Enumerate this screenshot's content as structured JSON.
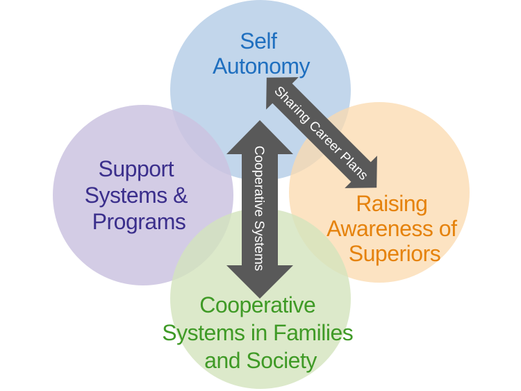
{
  "circles": {
    "top": {
      "lines": [
        "Self",
        "Autonomy"
      ],
      "fill": "#b7cfe8",
      "text_color": "#1f6fbf"
    },
    "left": {
      "lines": [
        "Support",
        "Systems &",
        "Programs"
      ],
      "fill": "#cbc3e1",
      "text_color": "#3b2f8c"
    },
    "right": {
      "lines": [
        "Raising",
        "Awareness of",
        "Superiors"
      ],
      "fill": "#fbd9ad",
      "text_color": "#e5820c"
    },
    "bottom": {
      "lines": [
        "Cooperative",
        "Systems in Families",
        "and Society"
      ],
      "fill": "#d3e4bd",
      "text_color": "#3f9a26"
    }
  },
  "arrows": {
    "vertical_label": "Cooperative Systems",
    "diagonal_label": "Sharing Career Plans",
    "color": "#595959"
  }
}
